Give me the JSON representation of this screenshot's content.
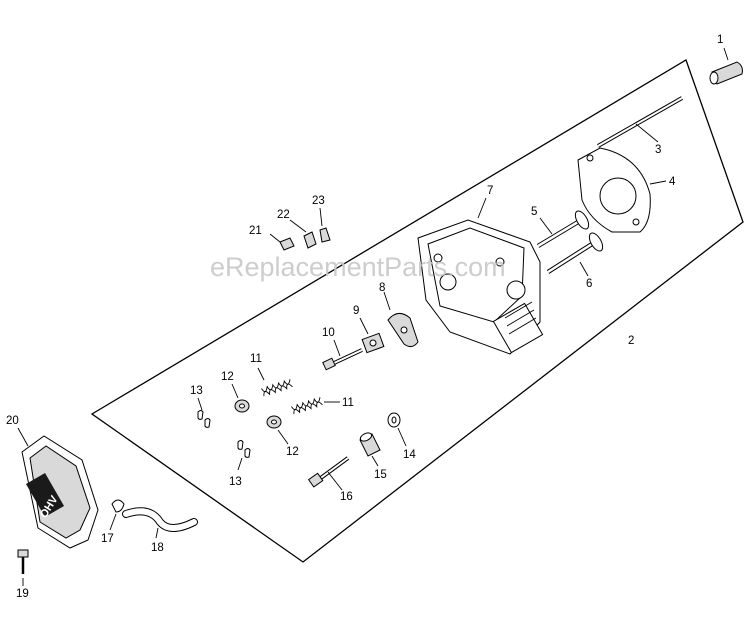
{
  "watermark": "eReplacementParts.com",
  "callouts": {
    "n1": "1",
    "n2": "2",
    "n3": "3",
    "n4": "4",
    "n5": "5",
    "n6": "6",
    "n7": "7",
    "n8": "8",
    "n9": "9",
    "n10": "10",
    "n11a": "11",
    "n11b": "11",
    "n12a": "12",
    "n12b": "12",
    "n13a": "13",
    "n13b": "13",
    "n14": "14",
    "n15": "15",
    "n16": "16",
    "n17": "17",
    "n18": "18",
    "n19": "19",
    "n20": "20",
    "n21": "21",
    "n22": "22",
    "n23": "23"
  },
  "cover_badge": "OHV"
}
